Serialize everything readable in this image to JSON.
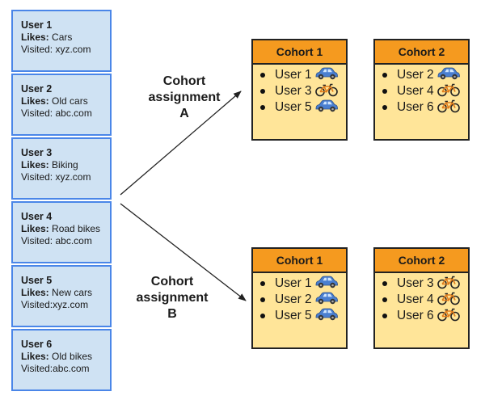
{
  "users": [
    {
      "name": "User 1",
      "likes_label": "Likes:",
      "likes": " Cars",
      "visited": "Visited: xyz.com"
    },
    {
      "name": "User 2",
      "likes_label": "Likes:",
      "likes": " Old cars",
      "visited": "Visited: abc.com"
    },
    {
      "name": "User 3",
      "likes_label": "Likes:",
      "likes": " Biking",
      "visited": "Visited: xyz.com"
    },
    {
      "name": "User 4",
      "likes_label": "Likes:",
      "likes": " Road bikes",
      "visited": "Visited: abc.com"
    },
    {
      "name": "User 5",
      "likes_label": "Likes:",
      "likes": " New cars",
      "visited": "Visited:xyz.com"
    },
    {
      "name": "User 6",
      "likes_label": "Likes:",
      "likes": " Old bikes",
      "visited": "Visited:abc.com"
    }
  ],
  "assignment_a": {
    "line1": "Cohort",
    "line2": "assignment",
    "line3": "A"
  },
  "assignment_b": {
    "line1": "Cohort",
    "line2": "assignment",
    "line3": "B"
  },
  "cohorts": {
    "a1": {
      "title": "Cohort 1",
      "members": [
        {
          "label": "User 1",
          "icon": "car-icon"
        },
        {
          "label": "User 3",
          "icon": "bike-icon"
        },
        {
          "label": "User 5",
          "icon": "car-icon"
        }
      ]
    },
    "a2": {
      "title": "Cohort 2",
      "members": [
        {
          "label": "User 2",
          "icon": "car-icon"
        },
        {
          "label": "User 4",
          "icon": "bike-icon"
        },
        {
          "label": "User 6",
          "icon": "bike-icon"
        }
      ]
    },
    "b1": {
      "title": "Cohort 1",
      "members": [
        {
          "label": "User 1",
          "icon": "car-icon"
        },
        {
          "label": "User 2",
          "icon": "car-icon"
        },
        {
          "label": "User 5",
          "icon": "car-icon"
        }
      ]
    },
    "b2": {
      "title": "Cohort 2",
      "members": [
        {
          "label": "User 3",
          "icon": "bike-icon"
        },
        {
          "label": "User 4",
          "icon": "bike-icon"
        },
        {
          "label": "User 6",
          "icon": "bike-icon"
        }
      ]
    }
  },
  "colors": {
    "user_fill": "#cfe2f3",
    "user_border": "#4a86e8",
    "cohort_header": "#f59a1f",
    "cohort_body": "#ffe599",
    "car": "#4a7fd0"
  }
}
